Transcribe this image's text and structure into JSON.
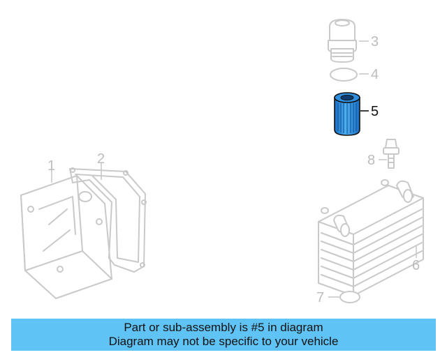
{
  "diagram": {
    "highlight_color": "#2e8fe0",
    "callouts": [
      {
        "number": "1",
        "highlighted": false
      },
      {
        "number": "2",
        "highlighted": false
      },
      {
        "number": "3",
        "highlighted": false
      },
      {
        "number": "4",
        "highlighted": false
      },
      {
        "number": "5",
        "highlighted": true
      },
      {
        "number": "6",
        "highlighted": false
      },
      {
        "number": "7",
        "highlighted": false
      },
      {
        "number": "8",
        "highlighted": false
      }
    ]
  },
  "banner": {
    "line1": "Part or sub-assembly is #5 in diagram",
    "line2": "Diagram may not be specific to your vehicle",
    "background": "#5fc3f5"
  }
}
